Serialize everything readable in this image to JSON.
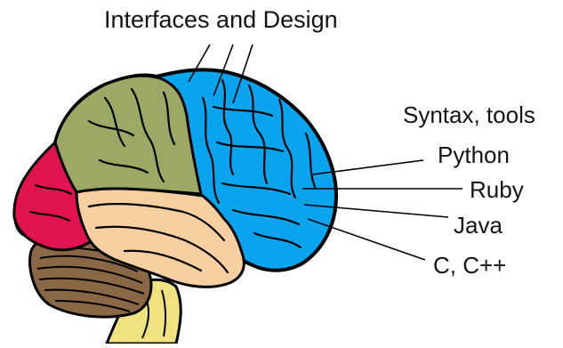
{
  "labels": {
    "interfaces": "Interfaces and Design",
    "syntax": "Syntax, tools",
    "python": "Python",
    "ruby": "Ruby",
    "java": "Java",
    "c": "C, C++"
  },
  "colors": {
    "frontal_blue": "#0aa4ee",
    "parietal_green": "#9ca964",
    "temporal_peach": "#f8cfa0",
    "occipital_red": "#e1144f",
    "cerebellum_brown": "#8b6845",
    "brainstem_yellow": "#f0e27e",
    "outline": "#000000"
  }
}
